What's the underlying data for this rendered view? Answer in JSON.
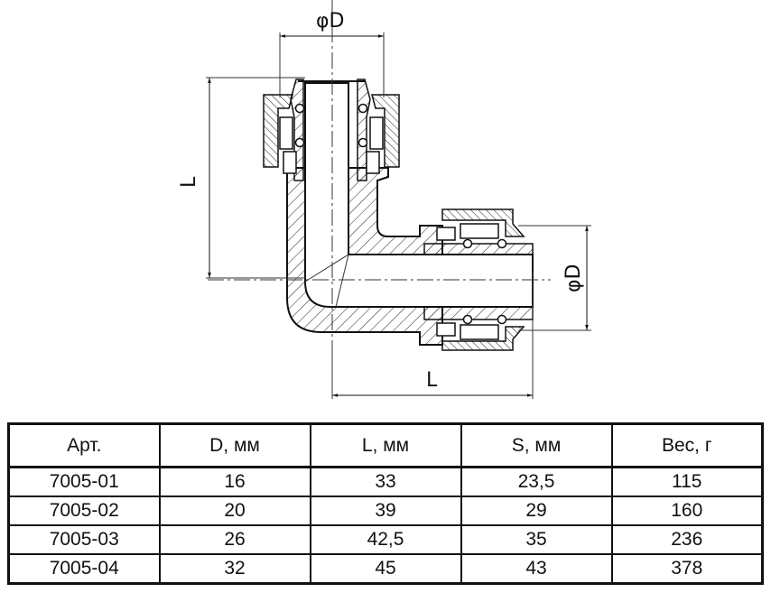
{
  "drawing": {
    "title": "Elbow press-fitting 90° cross-section",
    "dimensions": {
      "top_diameter_label": "φD",
      "right_diameter_label": "φD",
      "vertical_length_label": "L",
      "horizontal_length_label": "L"
    }
  },
  "table": {
    "headers": [
      "Арт.",
      "D, мм",
      "L, мм",
      "S, мм",
      "Вес, г"
    ],
    "rows": [
      [
        "7005-01",
        "16",
        "33",
        "23,5",
        "115"
      ],
      [
        "7005-02",
        "20",
        "39",
        "29",
        "160"
      ],
      [
        "7005-03",
        "26",
        "42,5",
        "35",
        "236"
      ],
      [
        "7005-04",
        "32",
        "45",
        "43",
        "378"
      ]
    ]
  }
}
